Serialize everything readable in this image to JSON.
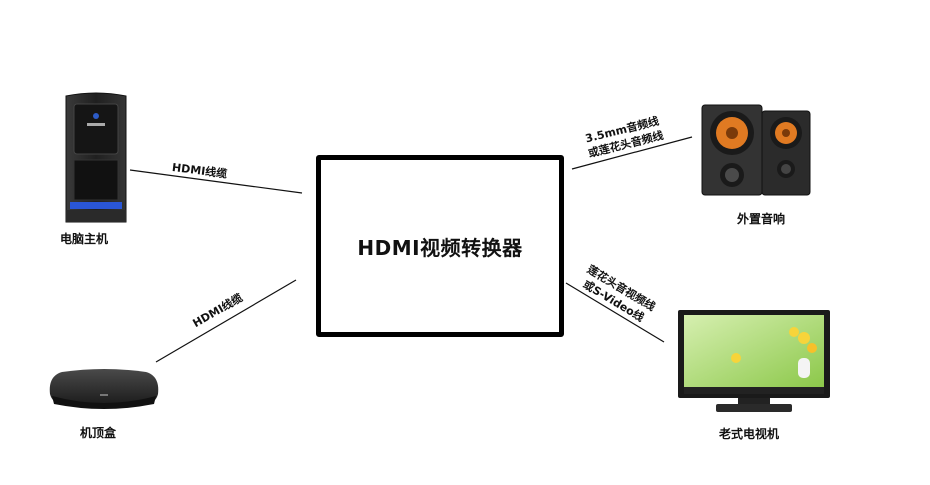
{
  "center": {
    "label": "HDMI视频转换器"
  },
  "devices": {
    "pc": {
      "label": "电脑主机",
      "icon": "desktop-tower-icon"
    },
    "stb": {
      "label": "机顶盒",
      "icon": "set-top-box-icon"
    },
    "speakers": {
      "label": "外置音响",
      "icon": "speakers-icon"
    },
    "tv": {
      "label": "老式电视机",
      "icon": "television-icon"
    }
  },
  "edges": {
    "pc": "HDMI线缆",
    "stb": "HDMI线缆",
    "speakers": {
      "line1": "3.5mm音频线",
      "line2": "或莲花头音频线"
    },
    "tv": {
      "line1": "莲花头音视频线",
      "line2": "或S-Video线"
    }
  },
  "colors": {
    "line": "#111111",
    "speaker_cone": "#e07a22",
    "tv_screen": "#a8d86a"
  }
}
